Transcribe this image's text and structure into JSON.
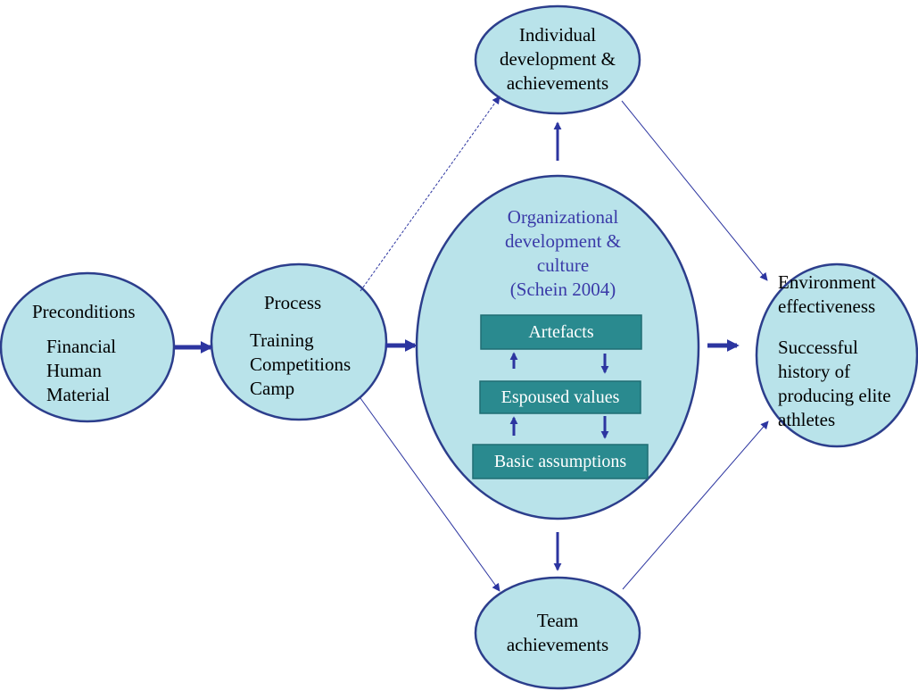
{
  "nodes": {
    "preconditions": {
      "title": "Preconditions",
      "items": [
        "Financial",
        "Human",
        "Material"
      ]
    },
    "process": {
      "title": "Process",
      "items": [
        "Training",
        "Competitions",
        "Camp"
      ]
    },
    "individual": {
      "lines": [
        "Individual",
        "development &",
        "achievements"
      ]
    },
    "team": {
      "lines": [
        "Team",
        "achievements"
      ]
    },
    "culture": {
      "lines": [
        "Organizational",
        "development &",
        "culture",
        "(Schein 2004)"
      ],
      "levels": [
        "Artefacts",
        "Espoused values",
        "Basic assumptions"
      ]
    },
    "environment": {
      "title": "Environment",
      "title2": "effectiveness",
      "items": [
        "Successful",
        "history of",
        "producing elite",
        "athletes"
      ]
    }
  },
  "colors": {
    "ellipse_fill": "#b9e3ea",
    "ellipse_stroke": "#2c3e8c",
    "box_fill": "#2a8a8f",
    "arrow": "#2c35a0",
    "culture_title": "#3a3aa8"
  }
}
